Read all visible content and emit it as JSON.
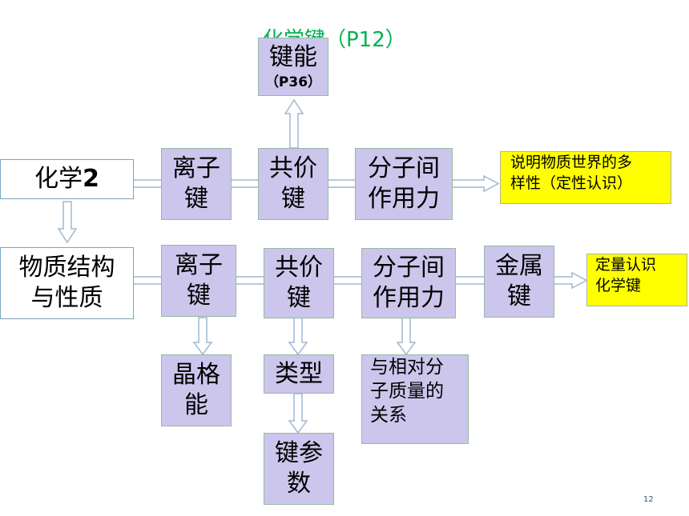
{
  "title": "化学键（P12）",
  "page_number": "12",
  "bond_energy": {
    "label": "键能",
    "page": "（P36）"
  },
  "row1": {
    "start": {
      "label": "化学",
      "num": "2"
    },
    "items": [
      {
        "line1": "离子",
        "line2": "键"
      },
      {
        "line1": "共价",
        "line2": "键"
      },
      {
        "line1": "分子间",
        "line2": "作用力"
      }
    ],
    "note": {
      "line1": "说明物质世界的多",
      "line2": "样性（定性认识）"
    }
  },
  "row2": {
    "start": {
      "line1": "物质结构",
      "line2": "与性质"
    },
    "items": [
      {
        "line1": "离子",
        "line2": "键"
      },
      {
        "line1": "共价",
        "line2": "键"
      },
      {
        "line1": "分子间",
        "line2": "作用力"
      },
      {
        "line1": "金属",
        "line2": "键"
      }
    ],
    "note": {
      "line1": "定量认识",
      "line2": "化学键"
    }
  },
  "row3": {
    "lattice_energy": {
      "line1": "晶格",
      "line2": "能"
    },
    "type": {
      "label": "类型"
    },
    "bond_params": {
      "line1": "键参",
      "line2": "数"
    },
    "relation": {
      "line1": "与相对分",
      "line2": "子质量的",
      "line3": "关系"
    }
  }
}
